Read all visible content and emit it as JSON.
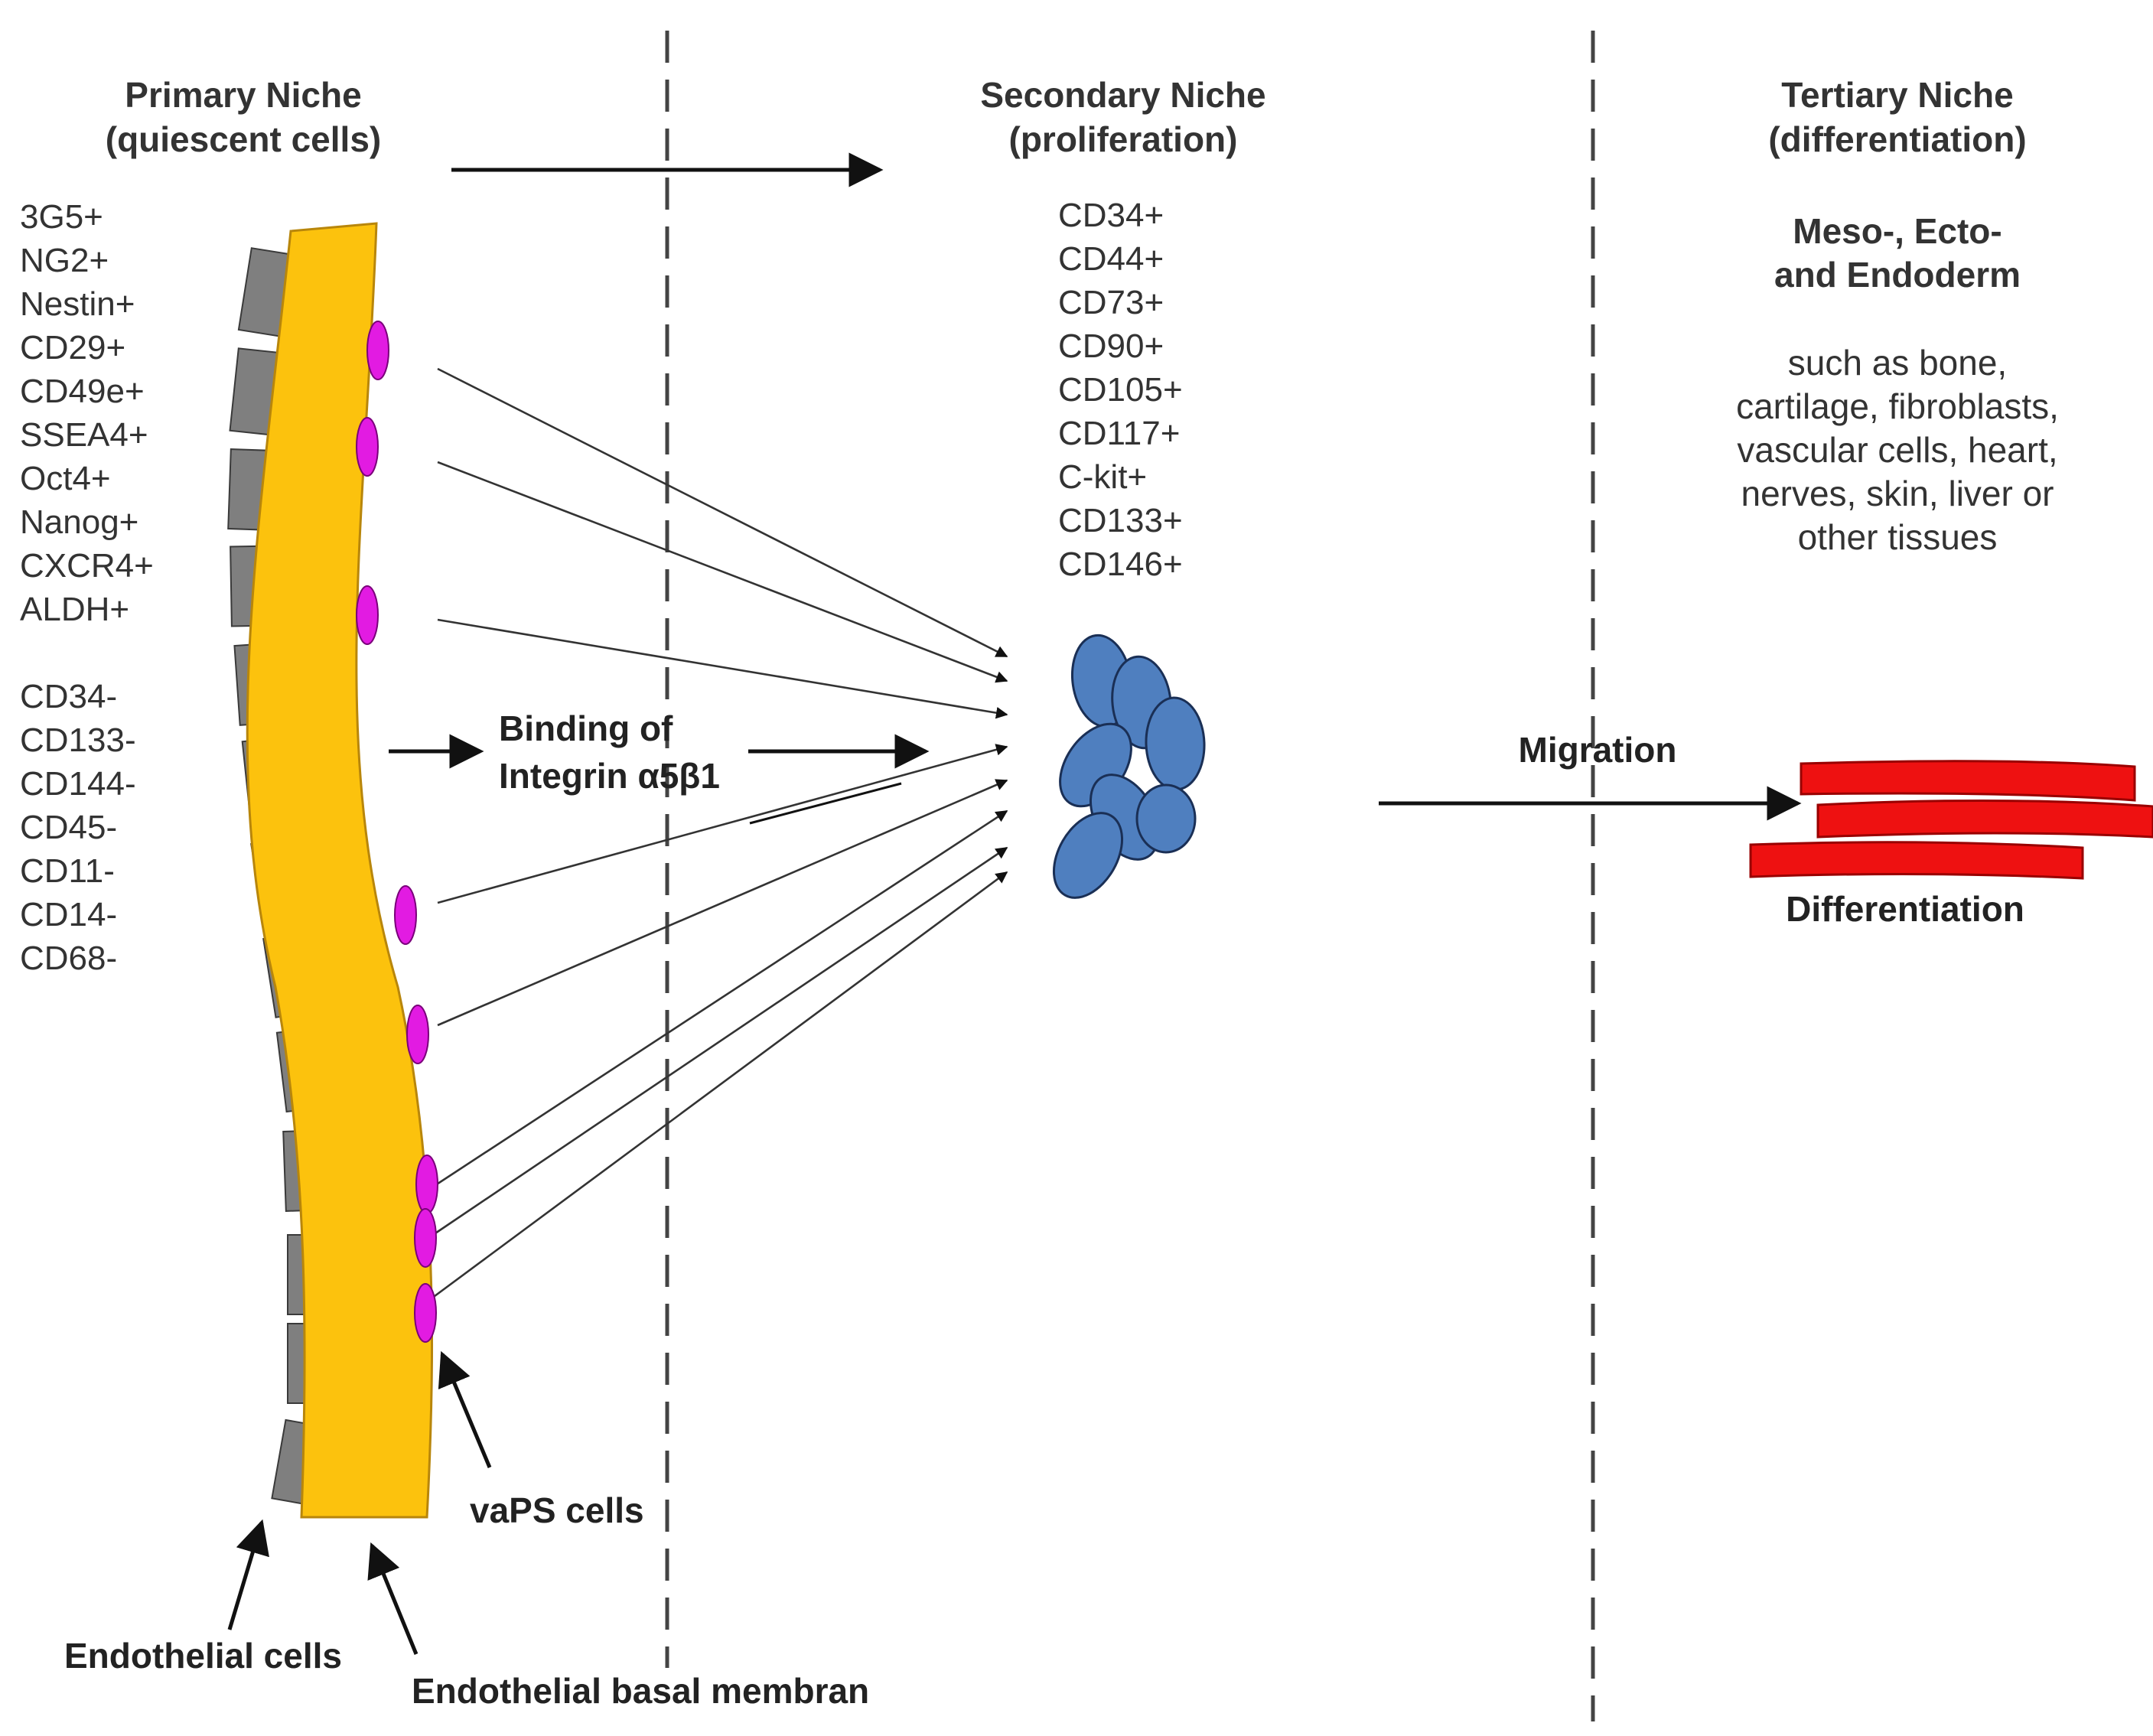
{
  "primary": {
    "title": [
      "Primary Niche",
      "(quiescent cells)"
    ],
    "markers_pos": [
      "3G5+",
      "NG2+",
      "Nestin+",
      "CD29+",
      "CD49e+",
      "SSEA4+",
      "Oct4+",
      "Nanog+",
      "CXCR4+",
      "ALDH+"
    ],
    "markers_neg": [
      "CD34-",
      "CD133-",
      "CD144-",
      "CD45-",
      "CD11-",
      "CD14-",
      "CD68-"
    ]
  },
  "secondary": {
    "title": [
      "Secondary Niche",
      "(proliferation)"
    ],
    "markers": [
      "CD34+",
      "CD44+",
      "CD73+",
      "CD90+",
      "CD105+",
      "CD117+",
      "C-kit+",
      "CD133+",
      "CD146+"
    ]
  },
  "tertiary": {
    "title": [
      "Tertiary Niche",
      "(differentiation)"
    ],
    "germ_layers": [
      "Meso-, Ecto-",
      "and Endoderm"
    ],
    "tissues": [
      "such as bone,",
      "cartilage, fibroblasts,",
      "vascular cells, heart,",
      "nerves, skin, liver or",
      "other tissues"
    ]
  },
  "labels": {
    "binding": [
      "Binding of",
      "Integrin α5β1"
    ],
    "migration": "Migration",
    "differentiation": "Differentiation",
    "vaps": "vaPS cells",
    "endothelial_cells": "Endothelial cells",
    "basal_membrane": "Endothelial basal membran"
  },
  "colors": {
    "membrane": "#fcc20d",
    "endothelial": "#7f7f7f",
    "vaps": "#e21be2",
    "proliferating": "#4f7fbf",
    "differentiated": "#ee1111"
  }
}
